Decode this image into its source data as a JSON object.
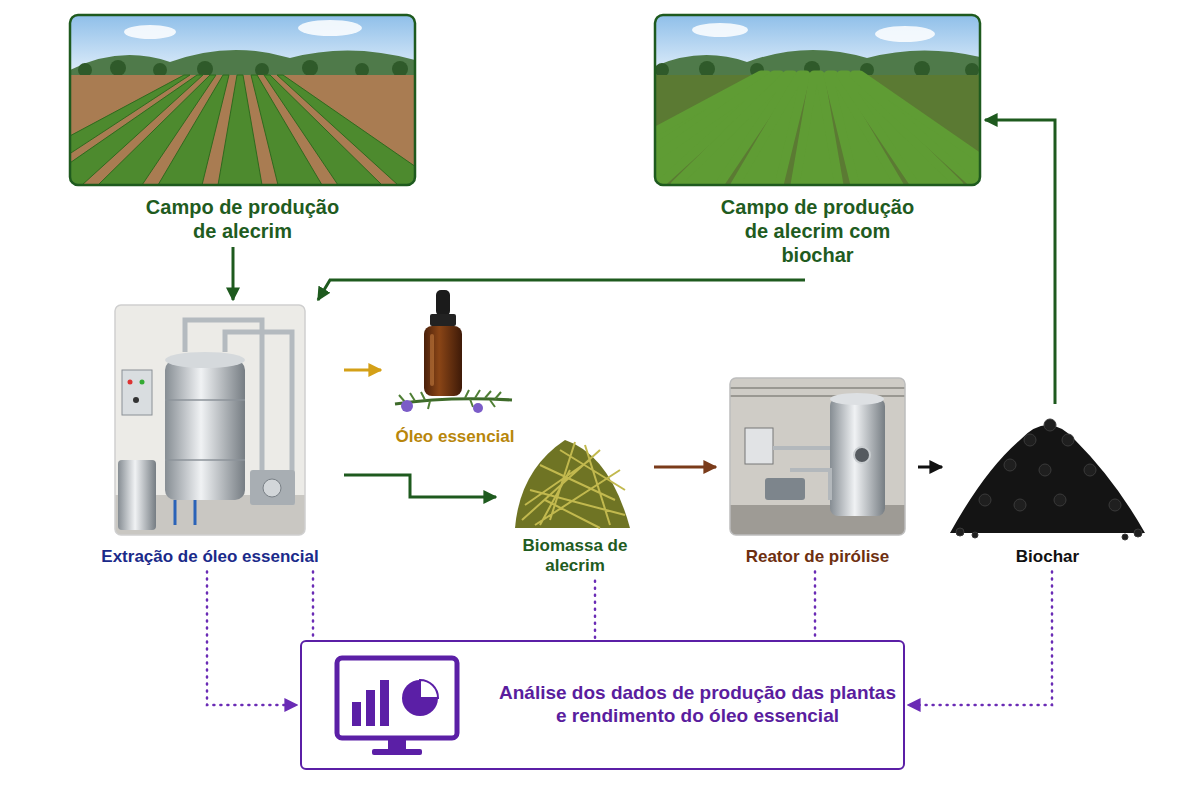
{
  "diagram": {
    "nodes": [
      {
        "text": [
          "Campo de produção de alecrim"
        ]
      },
      {
        "text": [
          "Campo de produção de alecrim com biochar"
        ]
      },
      {
        "text": [
          "Extração de óleo essencial"
        ]
      },
      {
        "text": [
          "Óleo essencial"
        ]
      },
      {
        "text": [
          "Biomassa de alecrim"
        ]
      },
      {
        "text": [
          "Reator de pirólise"
        ]
      },
      {
        "text": [
          "Biochar"
        ]
      },
      {
        "text": [
          "Análise dos dados de produção das plantas e rendimento do óleo essencial"
        ]
      }
    ],
    "edges": [
      {
        "from": 0,
        "to": 2,
        "arrow": "to"
      },
      {
        "from": 1,
        "to": 2,
        "arrow": "to"
      },
      {
        "from": 2,
        "to": 3,
        "arrow": "to"
      },
      {
        "from": 2,
        "to": 4,
        "arrow": "to"
      },
      {
        "from": 4,
        "to": 5,
        "arrow": "to"
      },
      {
        "from": 5,
        "to": 6,
        "arrow": "to"
      },
      {
        "from": 6,
        "to": 1,
        "arrow": "to"
      },
      {
        "from": 2,
        "to": 7,
        "arrow": "to"
      },
      {
        "from": 2,
        "to": 7,
        "arrow": "none"
      },
      {
        "from": 4,
        "to": 7,
        "arrow": "none"
      },
      {
        "from": 5,
        "to": 7,
        "arrow": "none"
      },
      {
        "from": 6,
        "to": 7,
        "arrow": "to"
      }
    ]
  }
}
